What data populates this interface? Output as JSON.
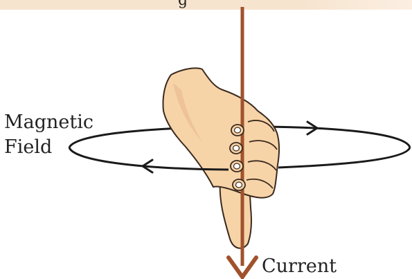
{
  "diagram": {
    "labels": {
      "magnetic": "Magnetic",
      "field": "Field",
      "current": "Current"
    },
    "banner_fragment": "g",
    "colors": {
      "wire": "#a0522d",
      "skin": "#f7d3a8",
      "skin_outline": "#3a2a1e",
      "field_line": "#1a1a1a",
      "banner": "#f7e4cf"
    }
  }
}
